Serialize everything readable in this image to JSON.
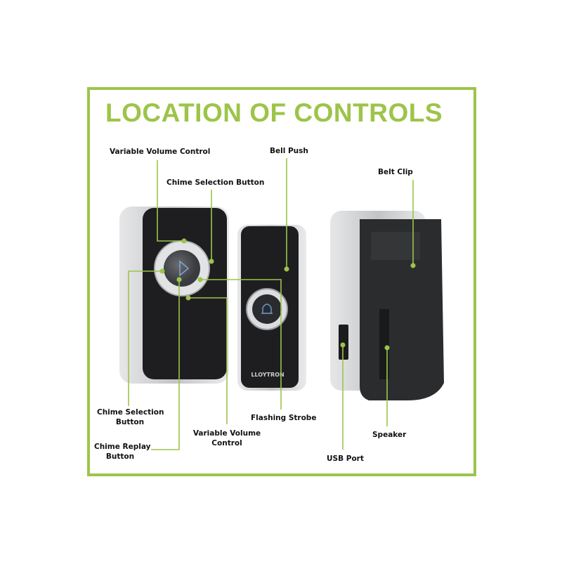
{
  "title": "LOCATION OF CONTROLS",
  "brand": "LLOYTRON",
  "labels": {
    "variable_volume_top": "Variable Volume Control",
    "chime_selection_top": "Chime Selection Button",
    "bell_push": "Bell Push",
    "belt_clip": "Belt Clip",
    "chime_selection_left_1": "Chime Selection",
    "chime_selection_left_2": "Button",
    "chime_replay_1": "Chime Replay",
    "chime_replay_2": "Button",
    "variable_volume_bottom_1": "Variable Volume",
    "variable_volume_bottom_2": "Control",
    "flashing_strobe": "Flashing Strobe",
    "speaker": "Speaker",
    "usb_port": "USB Port"
  },
  "colors": {
    "accent": "#9dc44a",
    "device_black": "#1e1e20",
    "device_silver": "#c9cacc"
  }
}
